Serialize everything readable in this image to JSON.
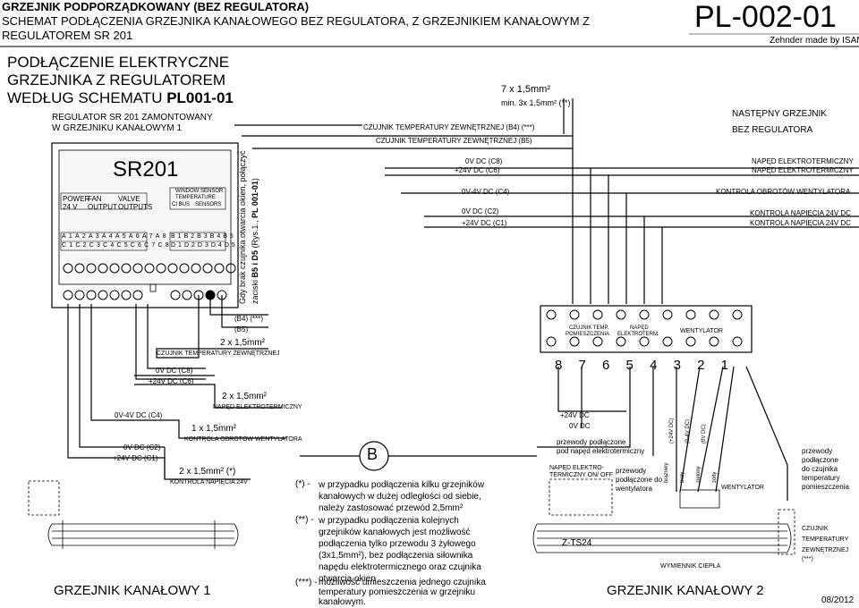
{
  "header": {
    "line1": "GRZEJNIK PODPORZĄDKOWANY (BEZ REGULATORA)",
    "line2": "SCHEMAT PODŁĄCZENIA GRZEJNIKA KANAŁOWEGO BEZ REGULATORA, Z GRZEJNIKIEM KANAŁOWYM Z",
    "line3": "REGULATOREM SR 201",
    "doc_number": "PL-002-01",
    "maker": "Zehnder made by ISAN"
  },
  "section_title": {
    "line1": "PODŁĄCZENIE ELEKTRYCZNE",
    "line2": "GRZEJNIKA Z REGULATOREM",
    "line3_prefix": "WEDŁUG SCHEMATU ",
    "line3_ref": "PL001-01"
  },
  "regulator": {
    "caption1": "REGULATOR SR 201 ZAMONTOWANY",
    "caption2": "W GRZEJNIKU KANAŁOWYM 1",
    "model": "SR201",
    "power": "POWER\n24 V",
    "fan": "FAN\nOUTPUT",
    "valve": "VALVE\nOUTPUTS",
    "window": "WINDOW SENSOR",
    "temperature": "TEMPERATURE",
    "bus": "CI BUS",
    "sensors": "SENSORS",
    "terminals_a": [
      "A1",
      "A2",
      "A3",
      "A4",
      "A5",
      "A6",
      "A7",
      "A8"
    ],
    "terminals_c": [
      "C1",
      "C2",
      "C3",
      "C4",
      "C5",
      "C6",
      "C7",
      "C8"
    ],
    "terminals_b": [
      "B1",
      "B2",
      "B3",
      "B4",
      "B5"
    ],
    "terminals_d": [
      "D1",
      "D2",
      "D3",
      "D4",
      "D5"
    ],
    "side_note_line1": "Gdy brak czujnika otwarcia okien, połączyć",
    "side_note_line2_prefix": "zaciski ",
    "side_note_line2_bold": "B5 i D5",
    "side_note_line2_suffix": " (Rys.1., ",
    "side_note_line2_ref": "PL 001-01",
    "side_note_line2_end": ")"
  },
  "top_wires": {
    "cable_7x": "7 x 1,5mm²",
    "cable_min": "min. 3x 1,5mm² (**)",
    "ext_sensor_b4": "CZUJNIK TEMPERATURY ZEWNĘTRZNEJ (B4) (***)",
    "ext_sensor_b5": "CZUJNIK TEMPERATURY ZEWNĘTRZNEJ  (B5)",
    "next_heater_1": "NASTĘPNY GRZEJNIK",
    "next_heater_2": "BEZ REGULATORA",
    "c8": "0V DC (C8)",
    "c6": "+24V DC (C6)",
    "c4": "0V-4V DC (C4)",
    "c2": "0V DC (C2)",
    "c1": "+24V DC (C1)",
    "right_1": "NAPĘD ELEKTROTERMICZNY",
    "right_2": "NAPĘD ELEKTROTERMICZNY",
    "right_3": "KONTROLA OBROTÓW WENTYLATORA",
    "right_4": "KONTROLA NAPIĘCIA 24V DC",
    "right_5": "KONTROLA NAPIĘCIA 24V DC"
  },
  "left_wires": {
    "b4": "(B4) (***)",
    "b5": "(B5)",
    "cable_2x_a": "2 x 1,5mm²",
    "sensor_label": "CZUJNIK TEMPERATURY ZEWNĘTRZNEJ",
    "c8": "0V DC (C8)",
    "c6": "+24V DC (C6)",
    "cable_2x_b": "2 x 1,5mm²",
    "drive_label": "NAPĘD ELEKTROTERMICZNY",
    "c4": "0V-4V DC (C4)",
    "cable_1x": "1 x 1,5mm²",
    "fan_label": "KONTROLA OBROTÓW WENTYLATORA",
    "c2": "0V DC (C2)",
    "c1": "+24V DC (C1)",
    "cable_2x_c": "2 x 1,5mm² (*)",
    "voltage_label": "KONTROLA NAPIĘCIA 24V"
  },
  "marker_b": "B",
  "terminal_block": {
    "numbers": [
      "8",
      "7",
      "6",
      "5",
      "4",
      "3",
      "2",
      "1"
    ],
    "label_sensor_1": "CZUJNIK TEMP.",
    "label_sensor_2": "POMIESZCZENIA",
    "label_drive_1": "NAPĘD",
    "label_drive_2": "ELEKTROTERM.",
    "label_fan": "WENTYLATOR"
  },
  "heater2": {
    "plus24": "+24V DC",
    "zero": "0V DC",
    "wires_drive_1": "przewody podłączone",
    "wires_drive_2": "pod napęd elektrotermiczny",
    "drive_label_1": "NAPĘD ELEKTRO-",
    "drive_label_2": "TERMICZNY ON/ OFF",
    "wires_fan_1": "przewody",
    "wires_fan_2": "podłączone do",
    "wires_fan_3": "wentylatora",
    "wire_colors": [
      "brązowy",
      "biały",
      "zielony",
      "żółty"
    ],
    "wire_signals": [
      "(+24V DC)",
      "(0-4V DC)",
      "(0V DC)"
    ],
    "fan_label": "WENTYLATOR",
    "right_wires_1": "przewody",
    "right_wires_2": "podłączone",
    "right_wires_3": "do czujnika",
    "right_wires_4": "temperatury",
    "right_wires_5": "pomieszczenia",
    "model": "Z-TS24",
    "exchanger": "WYMIENNIK CIEPŁA",
    "sensor_1": "CZUJNIK",
    "sensor_2": "TEMPERATURY",
    "sensor_3": "ZEWNĘTRZNEJ",
    "sensor_4": "(***)"
  },
  "notes": {
    "n1_mark": "(*) -",
    "n1_lines": [
      "w przypadku podłączenia kilku grzejników",
      "kanałowych w dużej odległości od siebie,",
      "należy zastosować przewód 2,5mm²"
    ],
    "n2_mark": "(**) -",
    "n2_lines": [
      "w przypadku podłączenia kolejnych",
      "grzejników kanałowych jest możliwość",
      "podłączenia tylko przewodu 3 żyłowego",
      "(3x1,5mm²), bez podłączenia siłownika",
      "napędu elektrotermicznego oraz czujnika",
      "otwarcia okien"
    ],
    "n3_mark": "(***) -",
    "n3_lines": [
      "możliwość umieszczenia jednego czujnika",
      "temperatury pomieszczenia w grzejniku",
      "kanałowym."
    ]
  },
  "footer": {
    "heater1": "GRZEJNIK KANAŁOWY 1",
    "heater2": "GRZEJNIK KANAŁOWY 2",
    "date": "08/2012"
  }
}
